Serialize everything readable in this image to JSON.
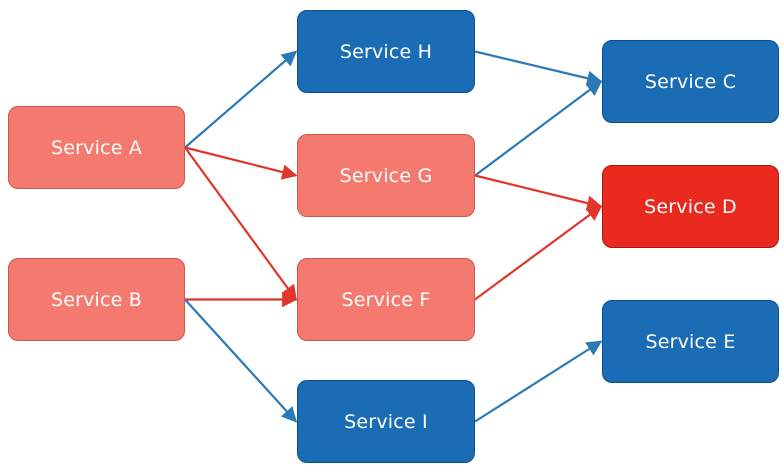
{
  "nodes": {
    "a": {
      "label": "Service A",
      "status": "degraded"
    },
    "b": {
      "label": "Service B",
      "status": "degraded"
    },
    "c": {
      "label": "Service C",
      "status": "healthy"
    },
    "d": {
      "label": "Service D",
      "status": "failed"
    },
    "e": {
      "label": "Service E",
      "status": "healthy"
    },
    "f": {
      "label": "Service F",
      "status": "degraded"
    },
    "g": {
      "label": "Service G",
      "status": "degraded"
    },
    "h": {
      "label": "Service H",
      "status": "healthy"
    },
    "i": {
      "label": "Service I",
      "status": "healthy"
    }
  },
  "edges": [
    {
      "from": "a",
      "to": "h",
      "color": "blue"
    },
    {
      "from": "a",
      "to": "g",
      "color": "red"
    },
    {
      "from": "a",
      "to": "f",
      "color": "red"
    },
    {
      "from": "b",
      "to": "f",
      "color": "red"
    },
    {
      "from": "b",
      "to": "i",
      "color": "blue"
    },
    {
      "from": "h",
      "to": "c",
      "color": "blue"
    },
    {
      "from": "g",
      "to": "c",
      "color": "blue"
    },
    {
      "from": "g",
      "to": "d",
      "color": "red"
    },
    {
      "from": "f",
      "to": "d",
      "color": "red"
    },
    {
      "from": "i",
      "to": "e",
      "color": "blue"
    }
  ],
  "colors": {
    "healthy": "#1a6cb4",
    "degraded": "#f47a6f",
    "failed": "#ea2a1f",
    "edge_blue": "#2a7ab8",
    "edge_red": "#e0362c"
  }
}
